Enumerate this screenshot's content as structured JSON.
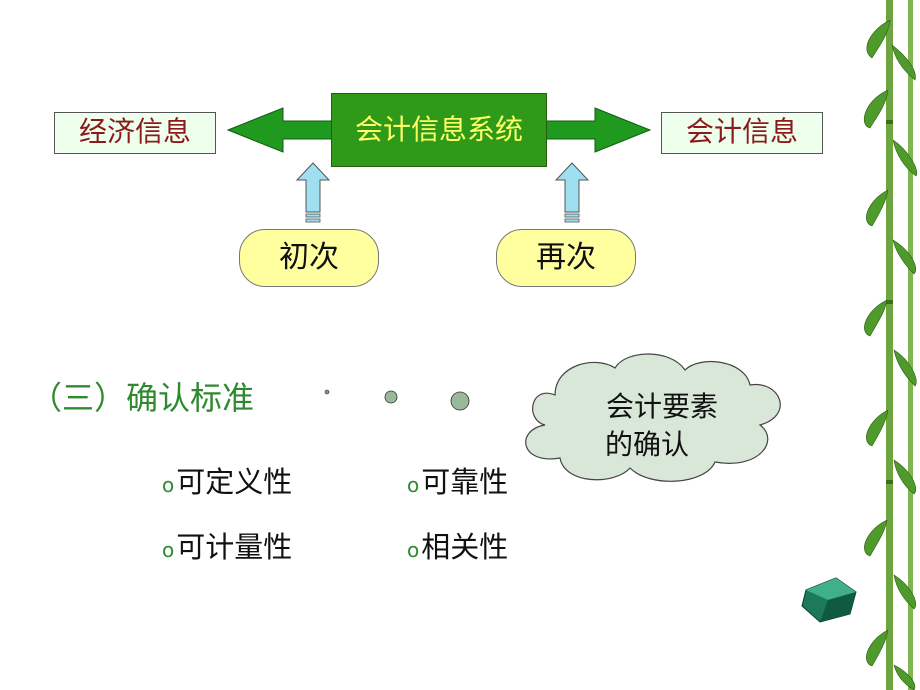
{
  "diagram": {
    "left_box": "经济信息",
    "center_box": "会计信息系统",
    "right_box": "会计信息",
    "pill_left": "初次",
    "pill_right": "再次"
  },
  "section": {
    "heading": "（三）确认标准",
    "items": [
      "可定义性",
      "可靠性",
      "可计量性",
      "相关性"
    ]
  },
  "cloud": {
    "line1": "会计要素",
    "line2": "的确认"
  },
  "colors": {
    "arrow_green": "#1f9a1f",
    "box_green": "#2f9a1a",
    "up_arrow": "#9ee0f0",
    "pill": "#ffffa0",
    "heading_green": "#2f8a2f"
  }
}
